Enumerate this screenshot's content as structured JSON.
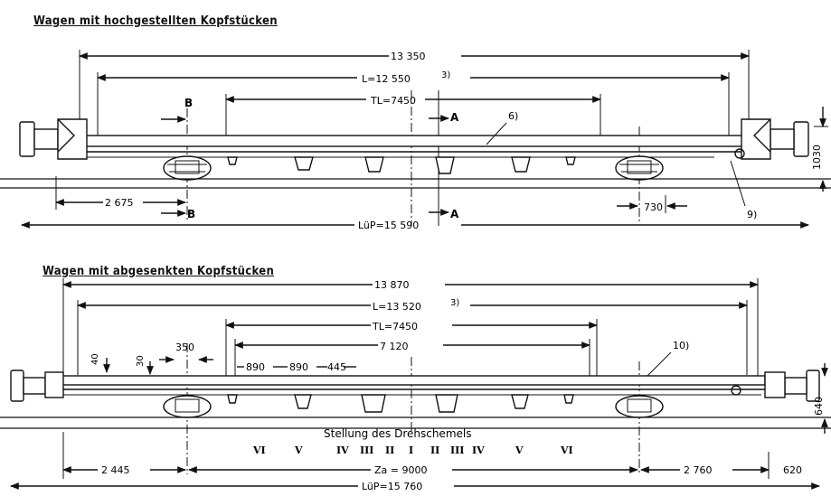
{
  "top": {
    "title": "Wagen mit hochgestellten Kopfstücken",
    "dims": {
      "overall": "13 350",
      "length": "L=12 550",
      "length_note": "3)",
      "tl": "TL=7450",
      "left_offset": "2 675",
      "right_offset": "730",
      "luep": "LüP=15 590",
      "height": "1030"
    },
    "sections": {
      "b": "B",
      "a": "A"
    },
    "callouts": {
      "six": "6)",
      "nine": "9)"
    }
  },
  "bottom": {
    "title": "Wagen mit abgesenkten Kopfstücken",
    "dims": {
      "overall": "13 870",
      "length": "L=13 520",
      "length_note": "3)",
      "tl": "TL=7450",
      "span": "7 120",
      "d40": "40",
      "d30": "30",
      "d350": "350",
      "d890a": "890",
      "d890b": "890",
      "d445": "445",
      "left_offset": "2 445",
      "za": "Za = 9000",
      "right_offset": "2 760",
      "end": "620",
      "luep": "LüP=15 760",
      "height": "640"
    },
    "callouts": {
      "ten": "10)"
    },
    "stellung": "Stellung des Drehschemels",
    "positions": [
      "VI",
      "V",
      "IV",
      "III",
      "II",
      "I",
      "II",
      "III",
      "IV",
      "V",
      "VI"
    ]
  }
}
